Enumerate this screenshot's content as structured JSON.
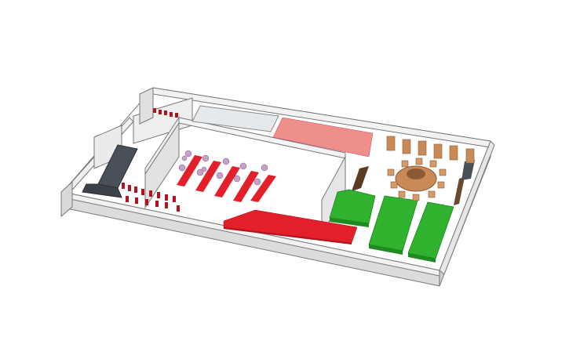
{
  "scene": {
    "description_visible_text": "",
    "colors": {
      "background": "#ffffff",
      "wall_top": "#f2f2f2",
      "wall_side": "#d9d9d9",
      "wall_edge": "#6b6b6b",
      "floor": "#ffffff",
      "red": "#e31f2a",
      "red_dark": "#b3131c",
      "pink": "#ef8f8a",
      "light_gray_block": "#e6e9ec",
      "dark_gray": "#4a5058",
      "green": "#2fb32f",
      "green_dark": "#1f8a1f",
      "brown": "#c98a57",
      "brown_dark": "#8a5a34",
      "lilac": "#c6a2c8"
    },
    "objects": [
      "floor-plan-base",
      "outer-wall",
      "inner-partition-walls",
      "red-table-rows",
      "red-counter",
      "pink-block",
      "light-gray-block",
      "dark-gray-l-bench",
      "green-tables",
      "round-brown-table",
      "brown-chairs-row",
      "lilac-chairs",
      "red-small-chairs"
    ]
  }
}
